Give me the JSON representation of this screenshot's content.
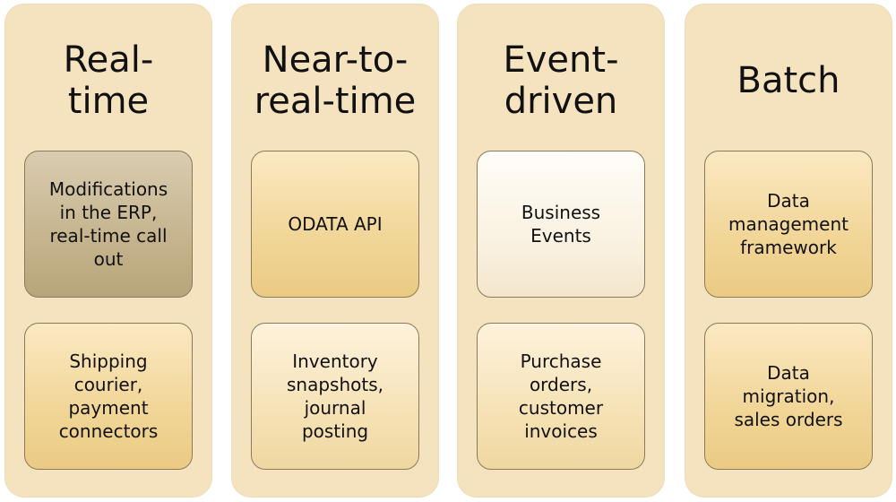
{
  "columns": [
    {
      "title": "Real-\ntime",
      "cards": [
        "Modifications\nin the ERP,\nreal-time call\nout",
        "Shipping\ncourier,\npayment\nconnectors"
      ]
    },
    {
      "title": "Near-to-\nreal-time",
      "cards": [
        "ODATA API",
        "Inventory\nsnapshots,\njournal\nposting"
      ]
    },
    {
      "title": "Event-\ndriven",
      "cards": [
        "Business\nEvents",
        "Purchase\norders,\ncustomer\ninvoices"
      ]
    },
    {
      "title": "Batch",
      "cards": [
        "Data\nmanagement\nframework",
        "Data\nmigration,\nsales orders"
      ]
    }
  ],
  "colors": {
    "column_background": "#f5e3c0",
    "card_gold": "#f2d79a",
    "card_dark": "#c7b690",
    "card_cream": "#faf2e2"
  }
}
